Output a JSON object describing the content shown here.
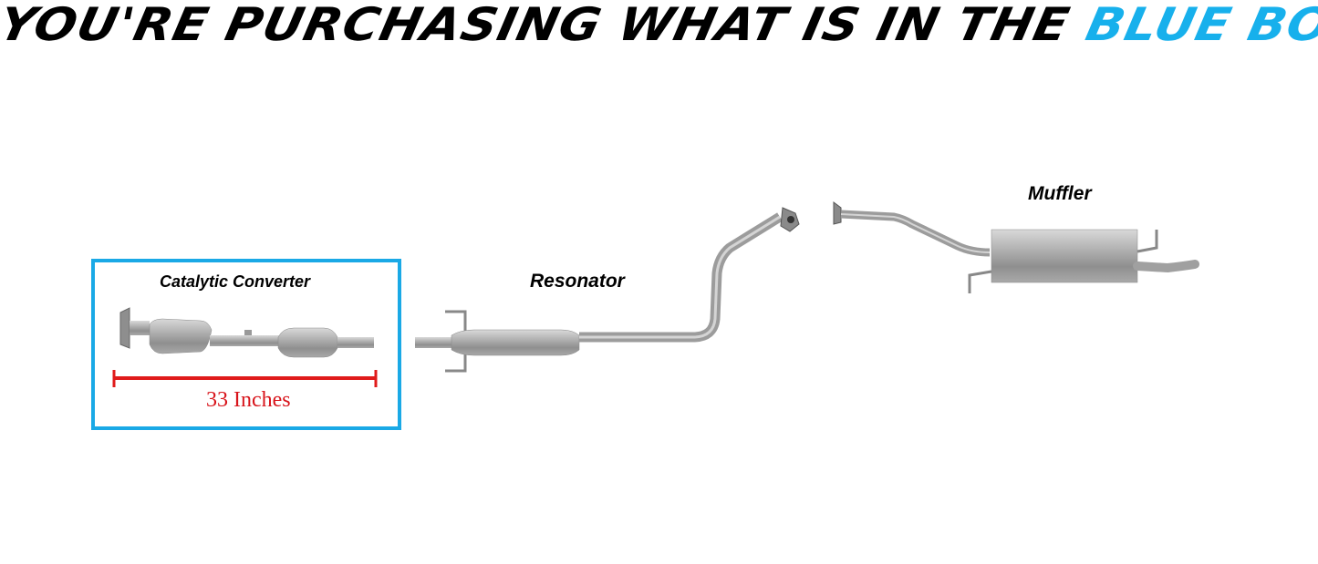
{
  "headline": {
    "prefix": "YOU'RE PURCHASING WHAT IS IN THE ",
    "highlight": "BLUE BOX"
  },
  "colors": {
    "highlight": "#17b0ec",
    "box_border": "#1aa9e6",
    "dimension": "#d8141b",
    "metal": "#a8a8a8"
  },
  "parts": [
    {
      "id": "catalytic-converter",
      "label": "Catalytic Converter",
      "included": true,
      "dimension": "33 Inches"
    },
    {
      "id": "resonator",
      "label": "Resonator",
      "included": false
    },
    {
      "id": "muffler",
      "label": "Muffler",
      "included": false
    }
  ]
}
